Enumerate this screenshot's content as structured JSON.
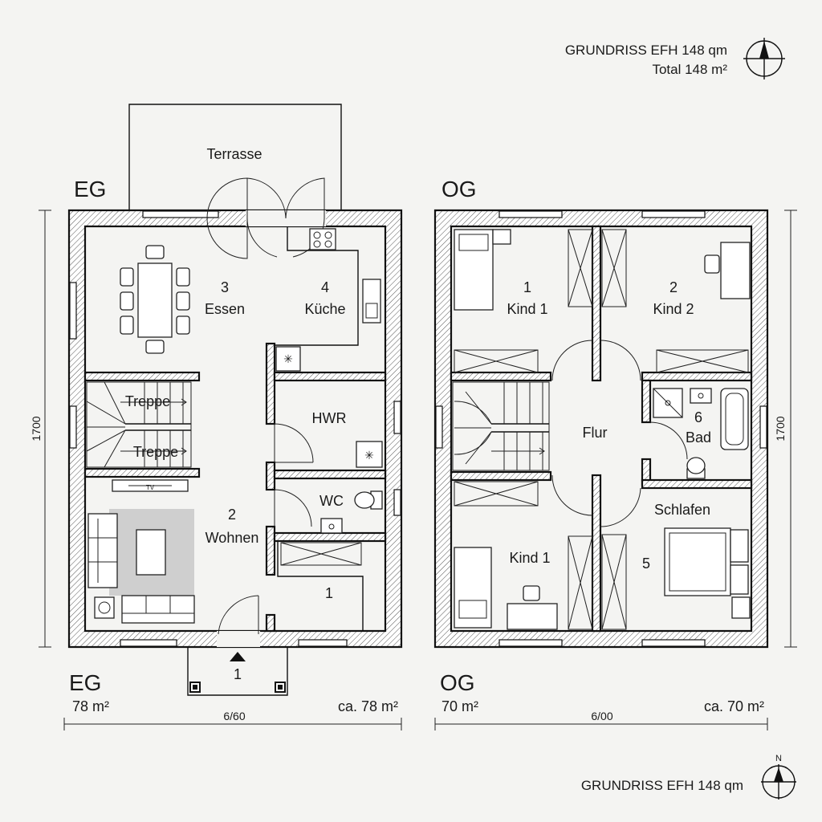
{
  "header": {
    "title": "GRUNDRISS EFH 148 qm",
    "total": "Total 148 m²",
    "footer_title": "GRUNDRISS EFH 148 qm",
    "north": "N"
  },
  "eg": {
    "label_top": "EG",
    "label_bottom": "EG",
    "area_left": "78 m²",
    "area_right": "ca. 78 m²",
    "width_dim": "6/60",
    "height_dim": "1700",
    "terrace": "Terrasse",
    "rooms": {
      "essen_num": "3",
      "essen": "Essen",
      "kueche_num": "4",
      "kueche": "Küche",
      "treppe_up": "Treppe",
      "treppe_down": "Treppe",
      "hwr": "HWR",
      "wc": "WC",
      "wohnen_num": "2",
      "wohnen": "Wohnen",
      "tv": "TV",
      "room1_num": "1",
      "entry_num": "1"
    }
  },
  "og": {
    "label_top": "OG",
    "label_bottom": "OG",
    "area_left": "70 m²",
    "area_right": "ca. 70 m²",
    "width_dim": "6/00",
    "height_dim": "1700",
    "rooms": {
      "kind1_num": "1",
      "kind1": "Kind 1",
      "kind2_num": "2",
      "kind2": "Kind 2",
      "flur": "Flur",
      "bad_num": "6",
      "bad": "Bad",
      "schlafen": "Schlafen",
      "schlafen_num": "5",
      "kind1b": "Kind 1"
    }
  }
}
